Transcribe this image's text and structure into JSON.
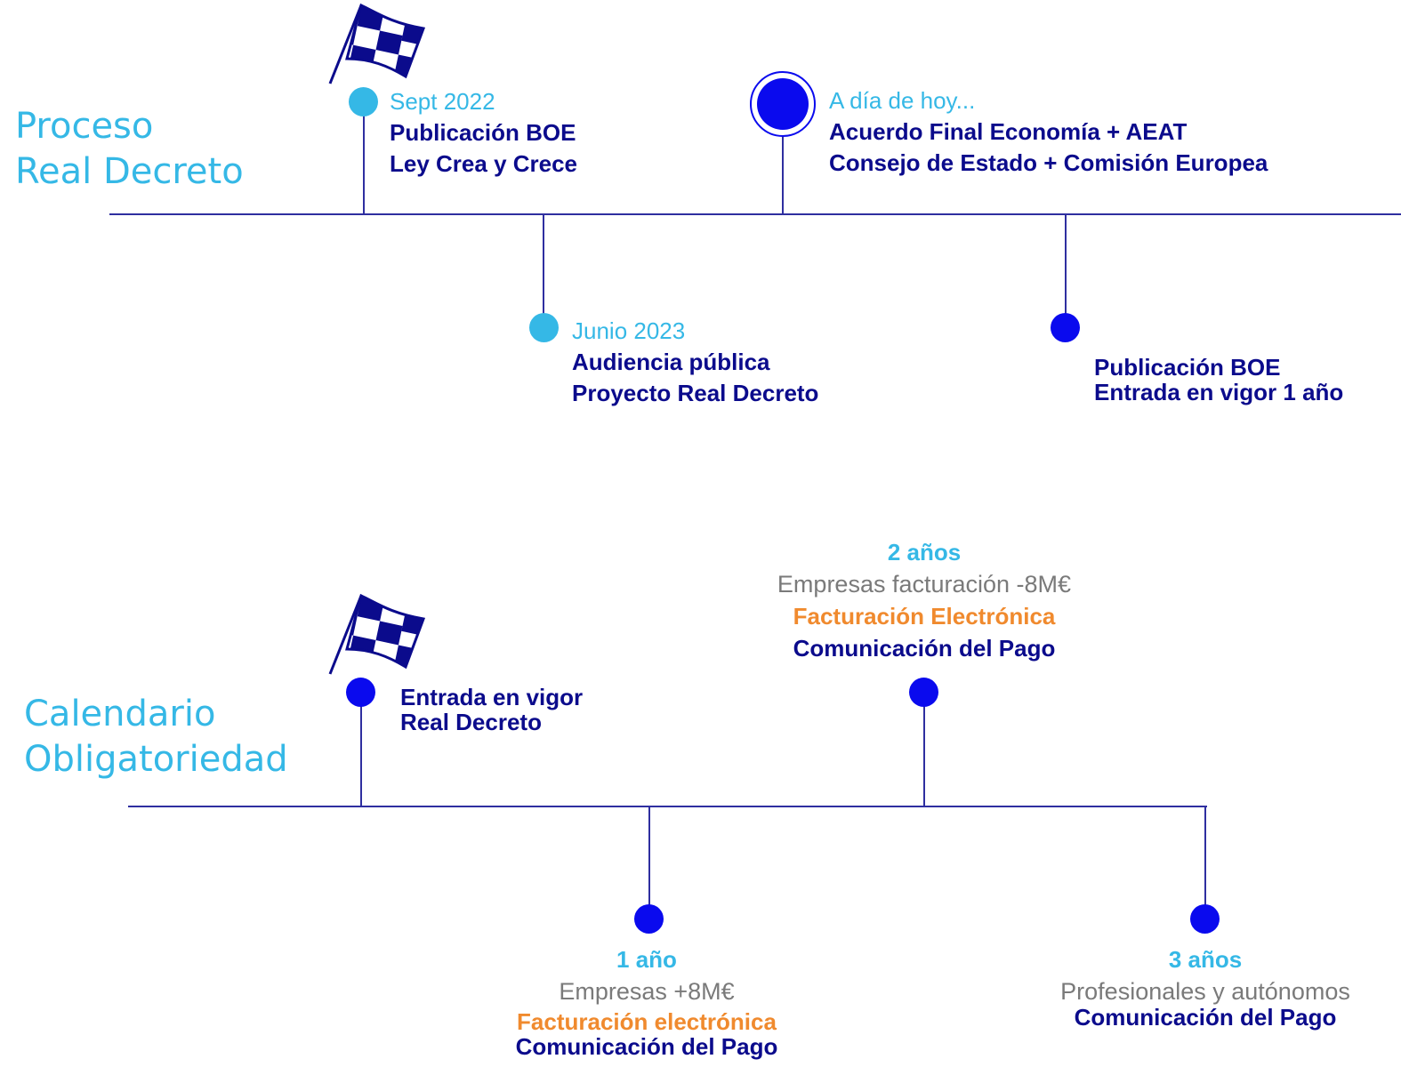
{
  "proceso": {
    "title_line1": "Proceso",
    "title_line2": "Real Decreto",
    "events": {
      "sept2022": {
        "date": "Sept 2022",
        "line1": "Publicación BOE",
        "line2": "Ley Crea y Crece"
      },
      "junio2023": {
        "date": "Junio 2023",
        "line1": "Audiencia pública",
        "line2": "Proyecto Real Decreto"
      },
      "hoy": {
        "date": "A día de hoy...",
        "line1": "Acuerdo Final Economía + AEAT",
        "line2": "Consejo de Estado + Comisión Europea"
      },
      "publicacion": {
        "line1": "Publicación BOE",
        "line2": "Entrada en vigor 1 año"
      }
    }
  },
  "calendario": {
    "title_line1": "Calendario",
    "title_line2": "Obligatoriedad",
    "events": {
      "vigor": {
        "line1": "Entrada en vigor",
        "line2": "Real Decreto"
      },
      "ano1": {
        "heading": "1 año",
        "who": "Empresas +8M€",
        "line1": "Facturación electrónica",
        "line2": "Comunicación del Pago"
      },
      "ano2": {
        "heading": "2 años",
        "who": "Empresas facturación -8M€",
        "line1": "Facturación Electrónica",
        "line2": "Comunicación del Pago"
      },
      "ano3": {
        "heading": "3 años",
        "who": "Profesionales y autónomos",
        "line1": "Comunicación del Pago"
      }
    }
  },
  "colors": {
    "accent_light": "#35b8e6",
    "accent_dark": "#0b0b8c",
    "dot_blue": "#0a0aee",
    "line": "#2f2fa0",
    "highlight_orange": "#f08a2e",
    "muted_gray": "#7a7a7a"
  },
  "icons": [
    "checkered-flag-icon",
    "checkered-flag-icon"
  ]
}
